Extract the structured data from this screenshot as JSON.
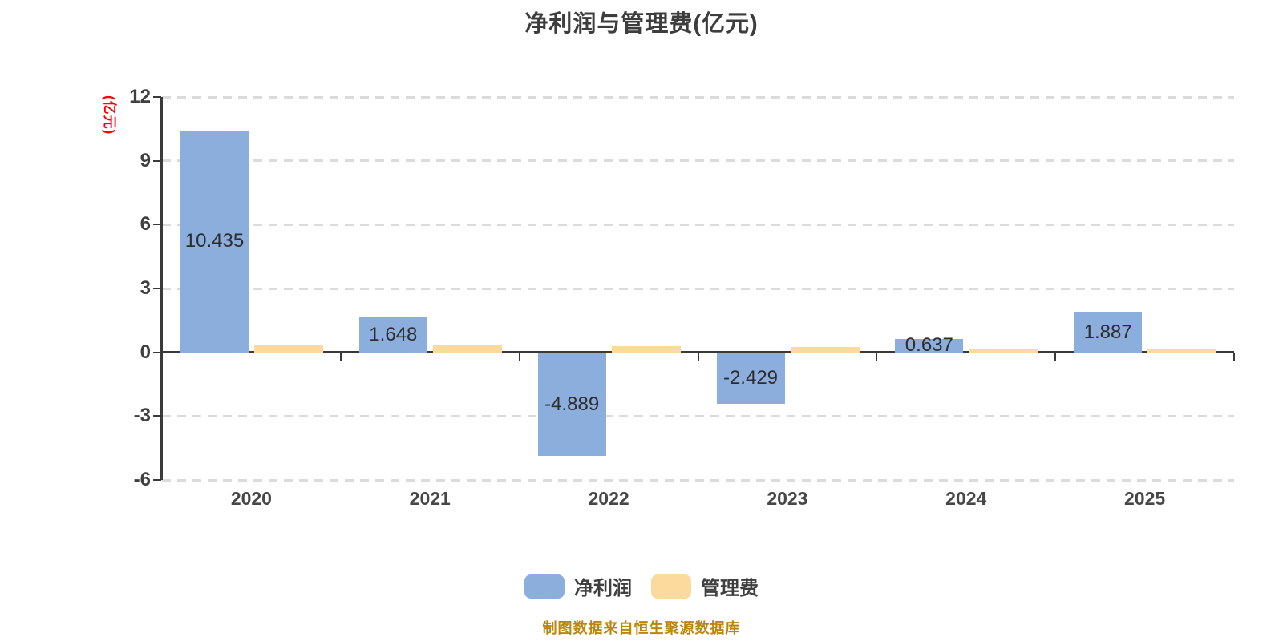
{
  "chart_data": {
    "type": "bar",
    "title": "净利润与管理费(亿元)",
    "ylabel": "(亿元)",
    "xlabel": "",
    "categories": [
      "2020",
      "2021",
      "2022",
      "2023",
      "2024",
      "2025"
    ],
    "series": [
      {
        "name": "净利润",
        "color": "#8CAEDD",
        "values": [
          10.435,
          1.648,
          -4.889,
          -2.429,
          0.637,
          1.887
        ],
        "labels_visible": true
      },
      {
        "name": "管理费",
        "color": "#FCD99C",
        "values": [
          0.38,
          0.33,
          0.3,
          0.26,
          0.16,
          0.18
        ],
        "labels_visible": false
      }
    ],
    "y_ticks": [
      12,
      9,
      6,
      3,
      0,
      -3,
      -6
    ],
    "ylim": [
      -6,
      12
    ],
    "grid": "horizontal dashed",
    "legend_position": "bottom"
  },
  "footer": {
    "source_text": "制图数据来自恒生聚源数据库"
  },
  "colors": {
    "net_profit_bar": "#8CAEDD",
    "management_fee_bar": "#FCD99C",
    "axis": "#3A3A3A",
    "gridline": "#DBDBDB",
    "title_text": "#3D3D3D",
    "tick_text": "#3F3F3F",
    "value_label_text": "#2D2D2D",
    "y_unit_text": "#FF0000",
    "source_text": "#BC860B"
  }
}
